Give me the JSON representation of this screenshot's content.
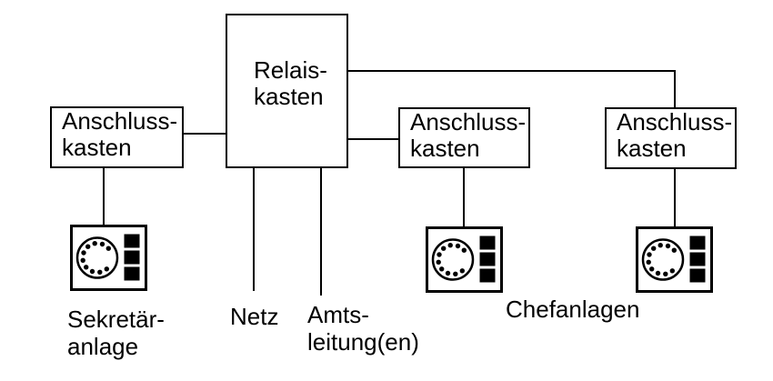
{
  "colors": {
    "background": "#ffffff",
    "line": "#000000",
    "text": "#000000"
  },
  "relay_box": {
    "line1": "Relais-",
    "line2": "kasten"
  },
  "junction_boxes": [
    {
      "line1": "Anschluss-",
      "line2": "kasten"
    },
    {
      "line1": "Anschluss-",
      "line2": "kasten"
    },
    {
      "line1": "Anschluss-",
      "line2": "kasten"
    }
  ],
  "captions": {
    "secretary_line1": "Sekretär-",
    "secretary_line2": "anlage",
    "network": "Netz",
    "trunk_line1": "Amts-",
    "trunk_line2": "leitung(en)",
    "chief": "Chefanlagen"
  },
  "icons": {
    "phone": "rotary-dial-phone-icon"
  }
}
